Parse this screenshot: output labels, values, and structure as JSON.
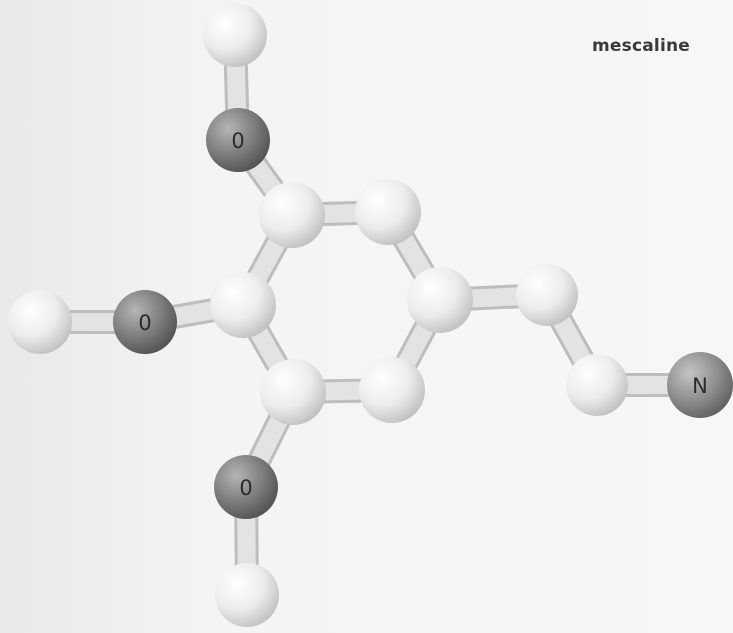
{
  "title": "mescaline",
  "atoms": [
    {
      "id": "h1",
      "element": "H",
      "label": ""
    },
    {
      "id": "o1",
      "element": "O",
      "label": "0"
    },
    {
      "id": "c1",
      "element": "C",
      "label": ""
    },
    {
      "id": "c2",
      "element": "C",
      "label": ""
    },
    {
      "id": "c3",
      "element": "C",
      "label": ""
    },
    {
      "id": "c4",
      "element": "C",
      "label": ""
    },
    {
      "id": "c5",
      "element": "C",
      "label": ""
    },
    {
      "id": "c6",
      "element": "C",
      "label": ""
    },
    {
      "id": "o2",
      "element": "O",
      "label": "0"
    },
    {
      "id": "h2",
      "element": "H",
      "label": ""
    },
    {
      "id": "o3",
      "element": "O",
      "label": "0"
    },
    {
      "id": "h3",
      "element": "H",
      "label": ""
    },
    {
      "id": "c7",
      "element": "C",
      "label": ""
    },
    {
      "id": "c8",
      "element": "C",
      "label": ""
    },
    {
      "id": "n1",
      "element": "N",
      "label": "N"
    }
  ],
  "colors": {
    "carbon": "#f3f3f3",
    "hydrogen": "#f6f6f6",
    "oxygen": "#7a7a7a",
    "nitrogen": "#8a8a8a",
    "bond": "#e3e3e3"
  }
}
